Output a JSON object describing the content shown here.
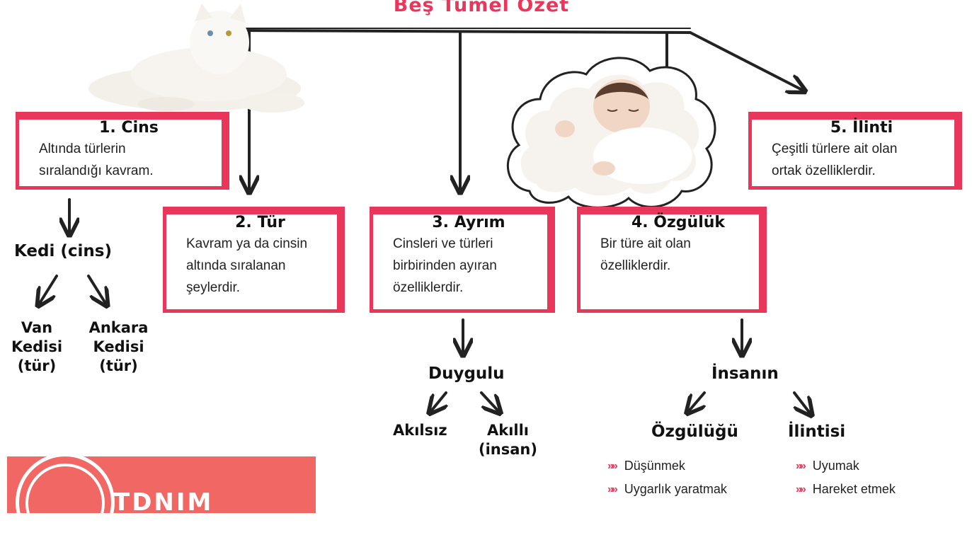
{
  "title": "Beş Tümel Özet",
  "boxes": [
    {
      "title": "1. Cins",
      "lines": [
        "Altında türlerin",
        "sıralandığı kavram."
      ]
    },
    {
      "title": "2. Tür",
      "lines": [
        "Kavram ya da cinsin",
        "altında sıralanan",
        "şeylerdir."
      ]
    },
    {
      "title": "3. Ayrım",
      "lines": [
        "Cinsleri ve türleri",
        "birbirinden ayıran",
        "özelliklerdir."
      ]
    },
    {
      "title": "4. Özgülük",
      "lines": [
        "Bir türe ait olan",
        "özelliklerdir."
      ]
    },
    {
      "title": "5. İlinti",
      "lines": [
        "Çeşitli türlere ait olan",
        "ortak özelliklerdir."
      ]
    }
  ],
  "cins_example": {
    "root": "Kedi (cins)",
    "left": [
      "Van",
      "Kedisi",
      "(tür)"
    ],
    "right": [
      "Ankara",
      "Kedisi",
      "(tür)"
    ]
  },
  "ayrim_example": {
    "root": "Duygulu",
    "left": "Akılsız",
    "right": [
      "Akıllı",
      "(insan)"
    ]
  },
  "ozgulluk_example": {
    "root": "İnsanın",
    "left": "Özgülüğü",
    "right": "İlintisi",
    "left_items": [
      "Düşünmek",
      "Uygarlık yaratmak"
    ],
    "right_items": [
      "Uyumak",
      "Hareket etmek"
    ]
  },
  "banner_text": "TDNIM",
  "colors": {
    "accent": "#e8375a",
    "banner": "#f06763"
  },
  "icons": [
    "cat-photo",
    "baby-photo",
    "cloud-frame",
    "double-chevron-icon"
  ]
}
